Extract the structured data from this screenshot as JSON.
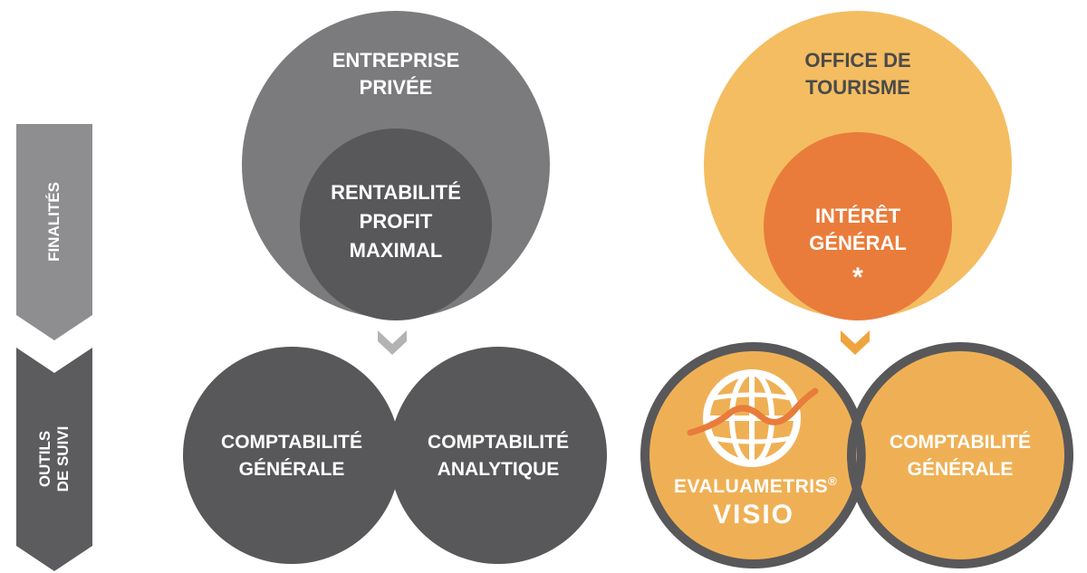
{
  "side_labels": {
    "finalites": "FINALITÉS",
    "outils_line1": "OUTILS",
    "outils_line2": "DE SUIVI"
  },
  "left": {
    "outer_line1": "ENTREPRISE",
    "outer_line2": "PRIVÉE",
    "inner_line1": "RENTABILITÉ",
    "inner_line2": "PROFIT",
    "inner_line3": "MAXIMAL",
    "tool1_line1": "COMPTABILITÉ",
    "tool1_line2": "GÉNÉRALE",
    "tool2_line1": "COMPTABILITÉ",
    "tool2_line2": "ANALYTIQUE"
  },
  "right": {
    "outer_line1": "OFFICE DE",
    "outer_line2": "TOURISME",
    "inner_line1": "INTÉRÊT",
    "inner_line2": "GÉNÉRAL",
    "inner_mark": "*",
    "tool2_line1": "COMPTABILITÉ",
    "tool2_line2": "GÉNÉRALE"
  },
  "logo": {
    "brand": "EVALUAMETRIS",
    "registered": "®",
    "product": "VISIO"
  },
  "colors": {
    "gray_light": "#7b7b7d",
    "gray_dark": "#58585a",
    "side_light": "#8e8e90",
    "side_dark": "#5c5c5e",
    "chevron_gray": "#b3b3b3",
    "orange_light": "#f4bd61",
    "orange_dark": "#e97c3b",
    "orange_tool": "#efb055",
    "chevron_orange": "#f0a43f",
    "logo_accent": "#e97c3b"
  }
}
